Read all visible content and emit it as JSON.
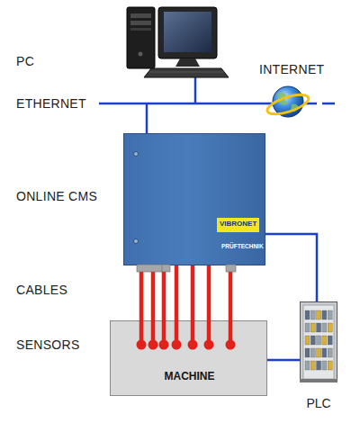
{
  "diagram": {
    "nodes": [
      {
        "text": [
          "VIBRONET",
          "PRÜFTECHNIK"
        ]
      },
      {
        "text": [
          "MACHINE"
        ]
      },
      {
        "text": [
          "PLC"
        ]
      }
    ],
    "edges": [
      {
        "from": 0,
        "to": 1,
        "arrow": "none"
      },
      {
        "from": 0,
        "to": 1,
        "arrow": "none"
      },
      {
        "from": 0,
        "to": 1,
        "arrow": "none"
      },
      {
        "from": 0,
        "to": 1,
        "arrow": "none"
      },
      {
        "from": 0,
        "to": 1,
        "arrow": "none"
      },
      {
        "from": 0,
        "to": 1,
        "arrow": "none"
      },
      {
        "from": 0,
        "to": 1,
        "arrow": "none"
      },
      {
        "from": 0,
        "to": 2,
        "arrow": "none"
      },
      {
        "from": 2,
        "to": 1,
        "arrow": "none"
      }
    ],
    "labels": [
      "PC",
      "ETHERNET",
      "INTERNET",
      "ONLINE CMS",
      "CABLES",
      "SENSORS"
    ]
  }
}
